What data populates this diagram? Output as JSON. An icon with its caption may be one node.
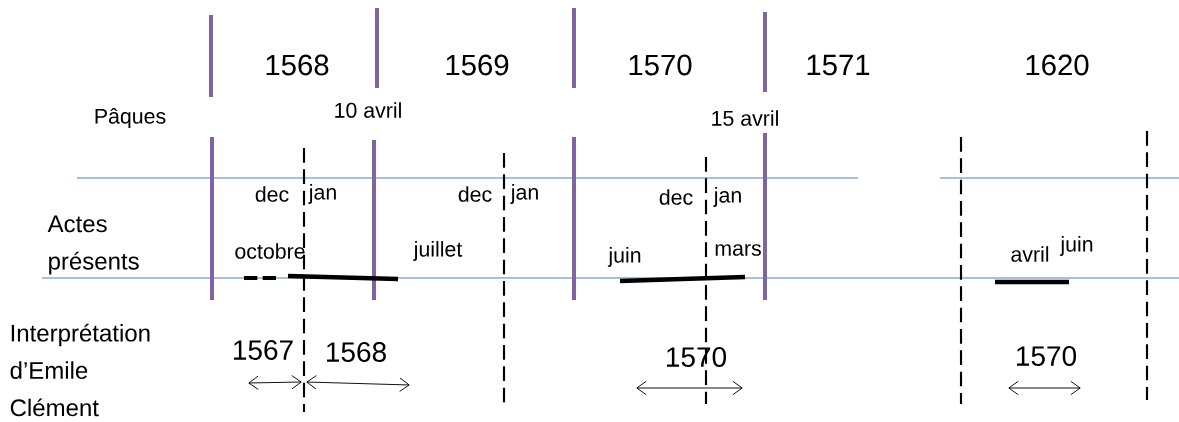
{
  "diagram": {
    "labels": [
      "1568",
      "1569",
      "1570",
      "1571",
      "1620",
      "Pâques",
      "10 avril",
      "15 avril",
      "dec",
      "jan",
      "dec",
      "jan",
      "dec",
      "jan",
      "Actes présents",
      "octobre",
      "juillet",
      "juin",
      "mars",
      "avril",
      "juin",
      "Interprétation d’Emile Clément",
      "1567",
      "1568",
      "1570",
      "1570"
    ]
  }
}
